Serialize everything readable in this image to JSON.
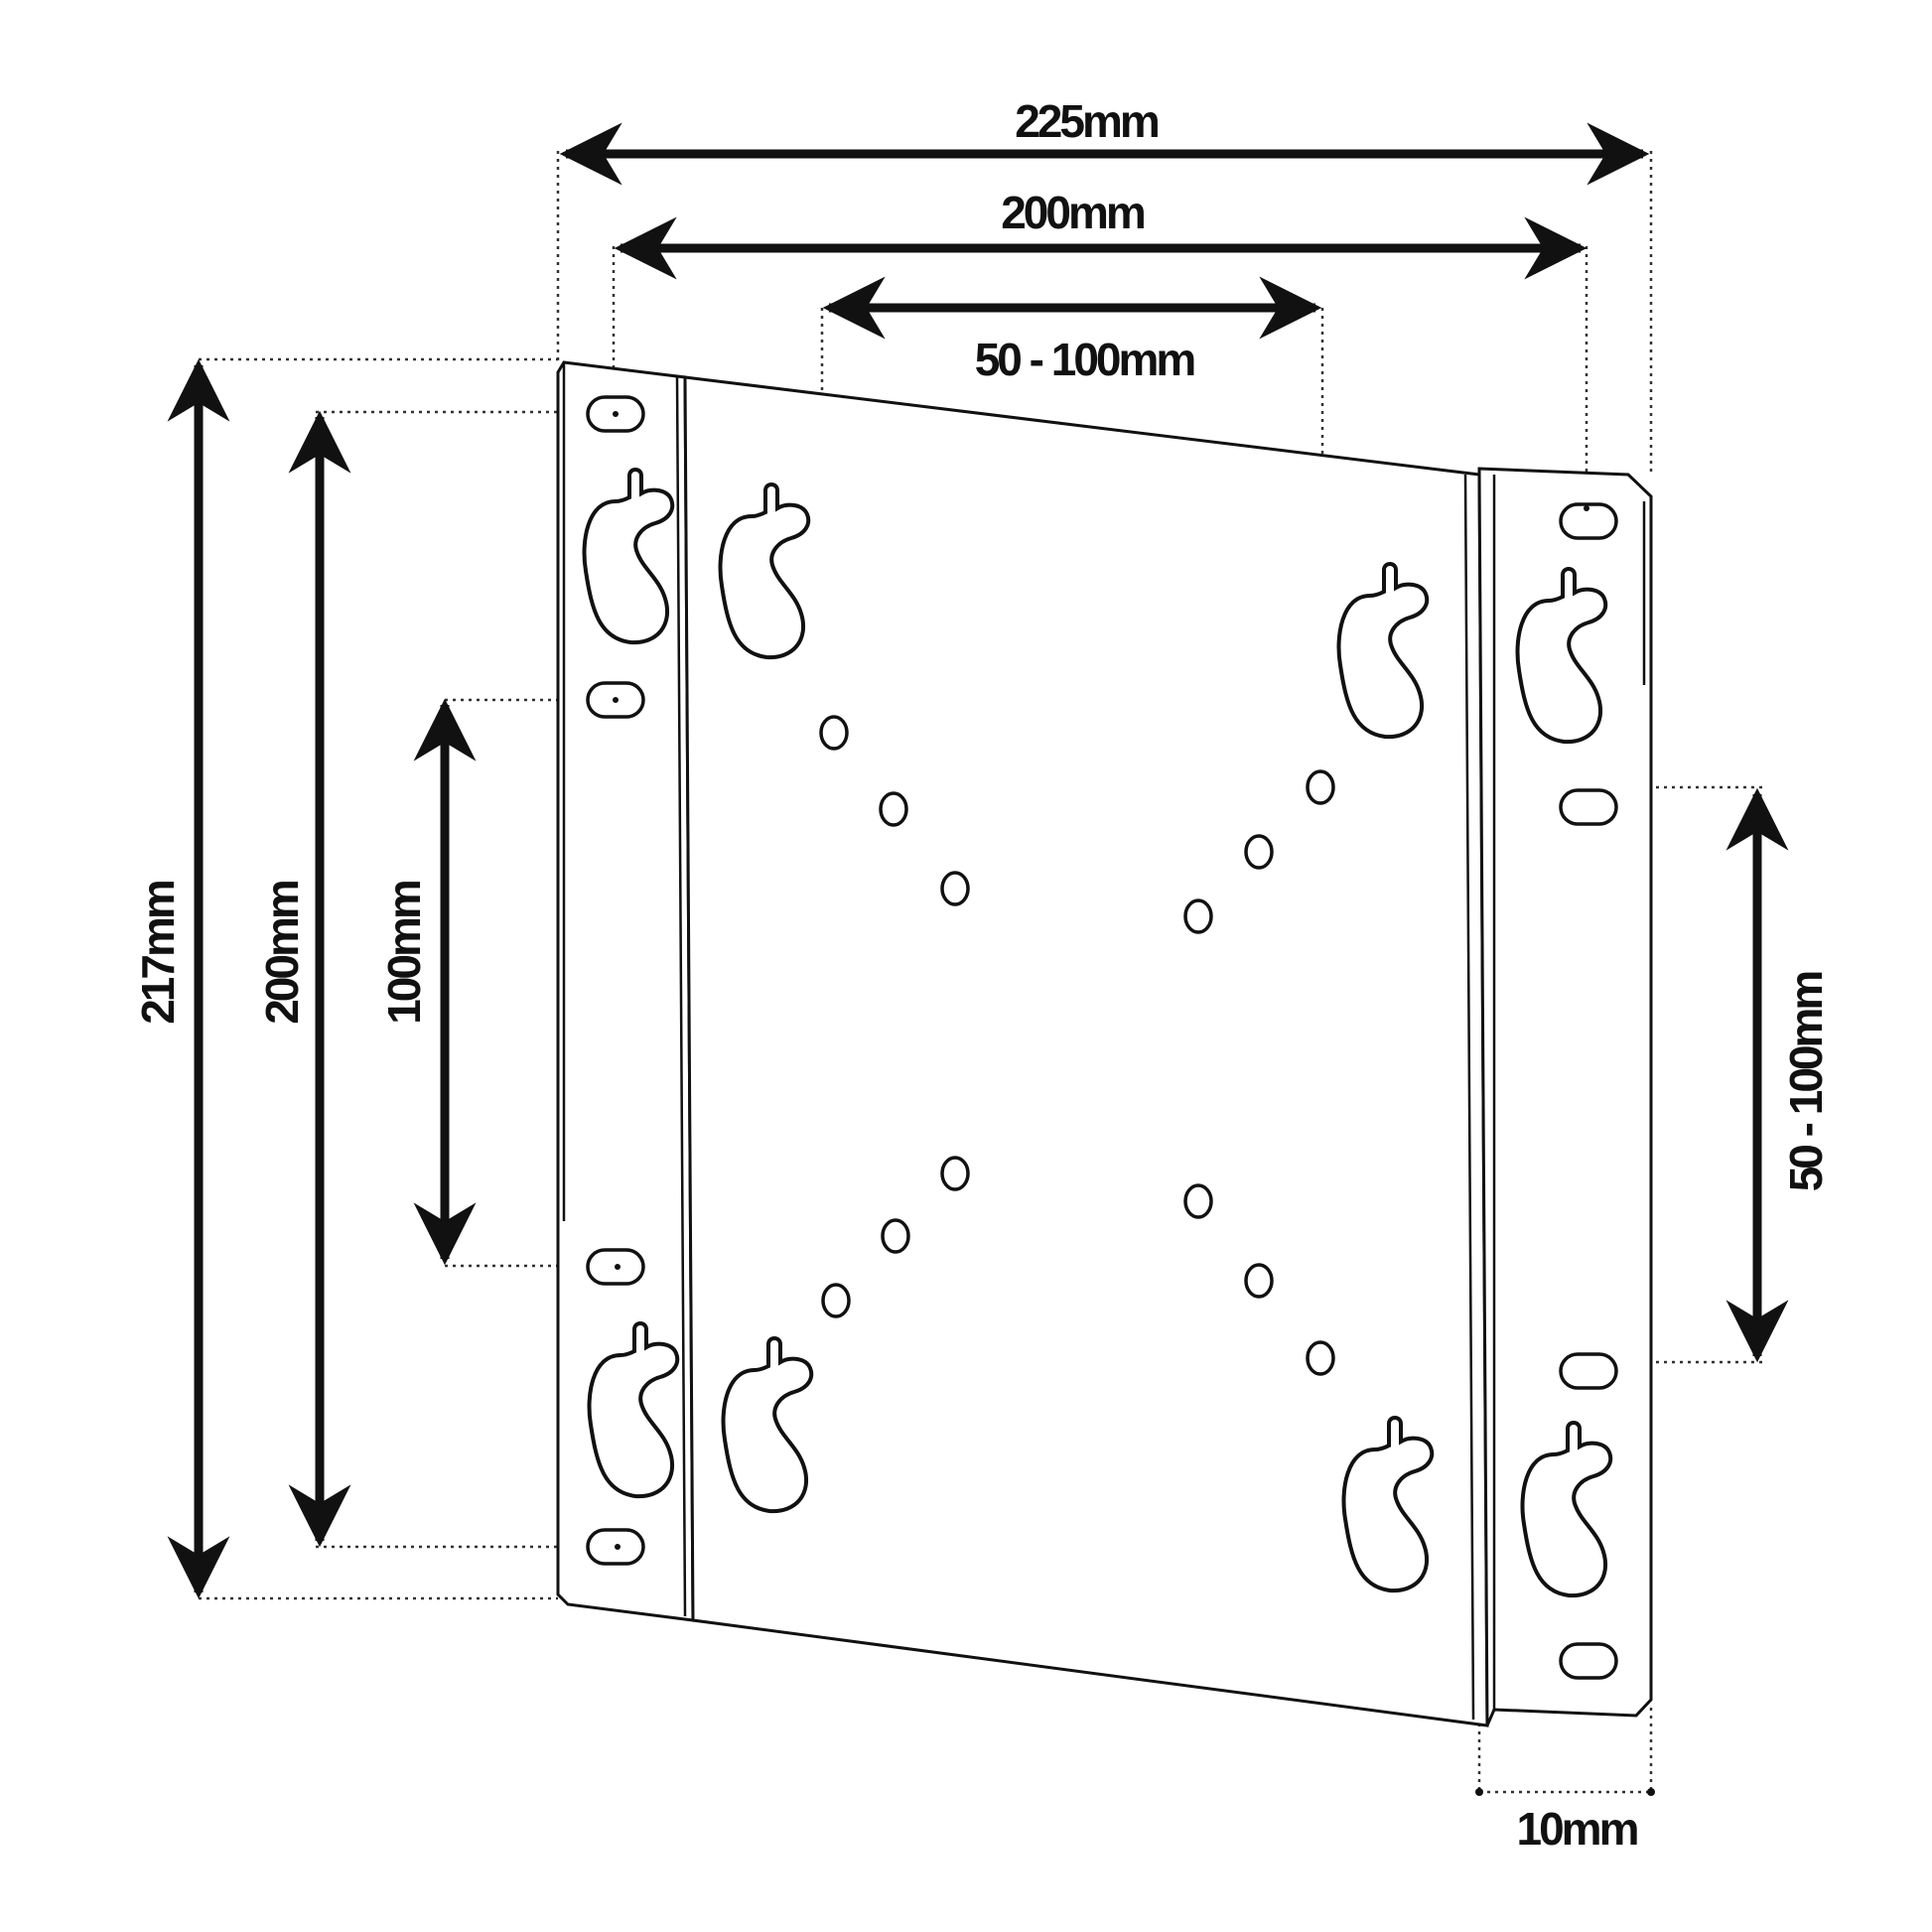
{
  "dimensions": {
    "width_overall": "225mm",
    "width_hole_spacing": "200mm",
    "width_vesa_range": "50 - 100mm",
    "height_overall": "217mm",
    "height_hole_spacing": "200mm",
    "height_slot_spacing": "100mm",
    "height_vesa_range": "50 - 100mm",
    "depth": "10mm"
  },
  "icons": {
    "arrow": "double-headed-dimension-arrow",
    "hook": "keyhole-hook-slot",
    "hole": "vesa-mounting-hole"
  },
  "colors": {
    "line": "#111111",
    "background": "#ffffff"
  }
}
